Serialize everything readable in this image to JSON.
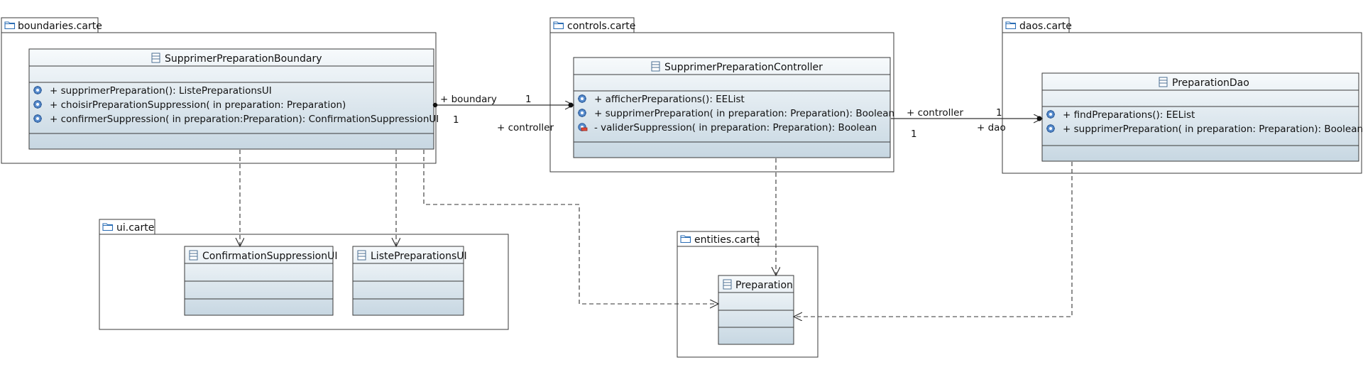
{
  "packages": [
    {
      "name": "boundaries.carte"
    },
    {
      "name": "controls.carte"
    },
    {
      "name": "daos.carte"
    },
    {
      "name": "ui.carte"
    },
    {
      "name": "entities.carte"
    }
  ],
  "classes": {
    "boundary": {
      "name": "SupprimerPreparationBoundary",
      "operations": [
        "+ supprimerPreparation(): ListePreparationsUI",
        "+ choisirPreparationSuppression(  in preparation: Preparation)",
        "+ confirmerSuppression(  in preparation:Preparation): ConfirmationSuppressionUI"
      ]
    },
    "controller": {
      "name": "SupprimerPreparationController",
      "operations": [
        "+ afficherPreparations(): EEList",
        "+ supprimerPreparation(  in preparation: Preparation): Boolean",
        "- validerSuppression(  in preparation: Preparation): Boolean"
      ]
    },
    "dao": {
      "name": "PreparationDao",
      "operations": [
        "+ findPreparations(): EEList",
        "+ supprimerPreparation(  in preparation: Preparation): Boolean"
      ]
    },
    "confirmation_ui": {
      "name": "ConfirmationSuppressionUI"
    },
    "liste_ui": {
      "name": "ListePreparationsUI"
    },
    "preparation": {
      "name": "Preparation"
    }
  },
  "associations": [
    {
      "source_role": "+ controller",
      "source_mult": "1",
      "target_role": "+ boundary",
      "target_mult": "1"
    },
    {
      "source_role": "+ controller",
      "source_mult": "1",
      "target_role": "+ dao",
      "target_mult": "1"
    }
  ],
  "colors": {
    "class_fill_top": "#f7fafc",
    "class_fill_bottom": "#c7d7e2",
    "public_op_icon": "#3a6fb0",
    "private_op_icon": "#c0392b",
    "package_icon": "#2a6db5"
  }
}
